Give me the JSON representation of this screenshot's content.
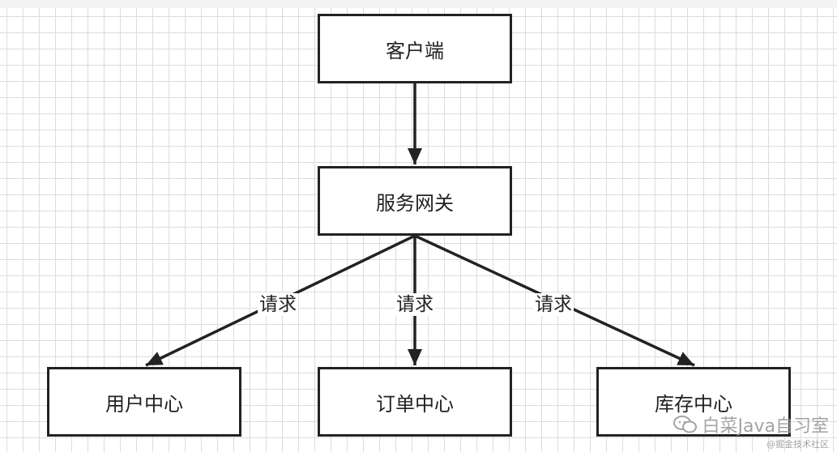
{
  "nodes": {
    "client": "客户端",
    "gateway": "服务网关",
    "user_center": "用户中心",
    "order_center": "订单中心",
    "stock_center": "库存中心"
  },
  "edges": {
    "to_user_label": "请求",
    "to_order_label": "请求",
    "to_stock_label": "请求"
  },
  "watermark": {
    "title": "白菜Java自习室",
    "subtitle": "@掘金技术社区",
    "icon": "wechat-icon"
  }
}
